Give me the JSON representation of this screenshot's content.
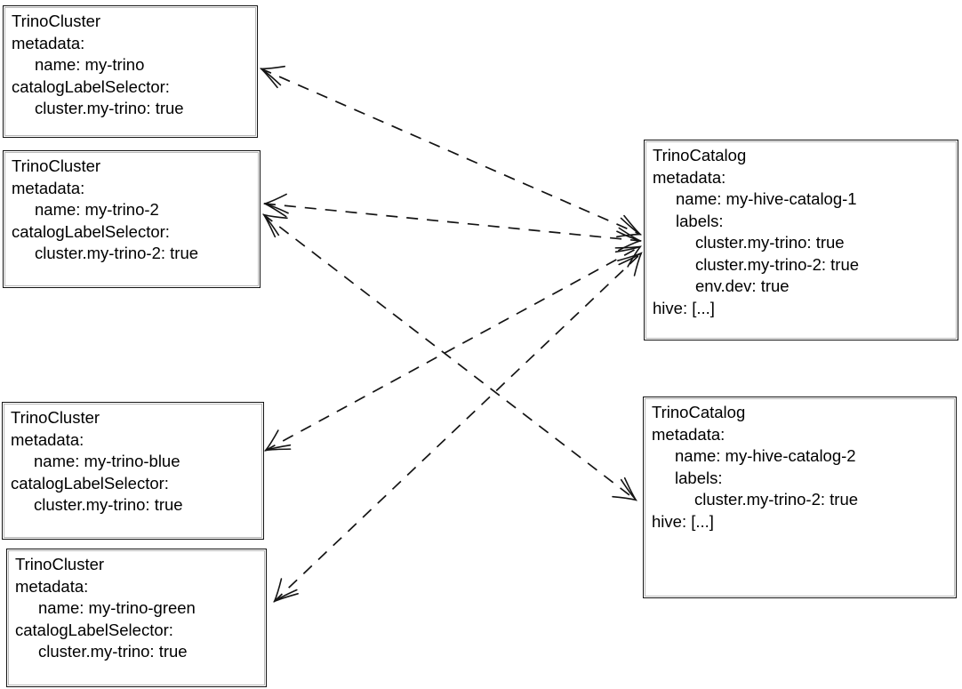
{
  "diagram": {
    "colors": {
      "background": "#ffffff",
      "stroke": "#141414",
      "text": "#000000"
    },
    "line_style": "dashed",
    "boxes": {
      "cluster1": {
        "kind": "TrinoCluster",
        "lines": [
          "TrinoCluster",
          "metadata:",
          "name: my-trino",
          "catalogLabelSelector:",
          "cluster.my-trino: true"
        ]
      },
      "cluster2": {
        "kind": "TrinoCluster",
        "lines": [
          "TrinoCluster",
          "metadata:",
          "name: my-trino-2",
          "catalogLabelSelector:",
          "cluster.my-trino-2: true"
        ]
      },
      "cluster_blue": {
        "kind": "TrinoCluster",
        "lines": [
          "TrinoCluster",
          "metadata:",
          "name: my-trino-blue",
          "catalogLabelSelector:",
          "cluster.my-trino: true"
        ]
      },
      "cluster_green": {
        "kind": "TrinoCluster",
        "lines": [
          "TrinoCluster",
          "metadata:",
          "name: my-trino-green",
          "catalogLabelSelector:",
          "cluster.my-trino: true"
        ]
      },
      "catalog1": {
        "kind": "TrinoCatalog",
        "lines": [
          "TrinoCatalog",
          "metadata:",
          "name: my-hive-catalog-1",
          "labels:",
          "cluster.my-trino: true",
          "cluster.my-trino-2: true",
          "env.dev: true",
          "hive: [...]"
        ]
      },
      "catalog2": {
        "kind": "TrinoCatalog",
        "lines": [
          "TrinoCatalog",
          "metadata:",
          "name: my-hive-catalog-2",
          "labels:",
          "cluster.my-trino-2: true",
          "hive: [...]"
        ]
      }
    },
    "connectors": [
      {
        "from": "cluster1",
        "to": "catalog1",
        "style": "dashed",
        "arrows": "both"
      },
      {
        "from": "cluster2",
        "to": "catalog1",
        "style": "dashed",
        "arrows": "both"
      },
      {
        "from": "cluster_blue",
        "to": "catalog1",
        "style": "dashed",
        "arrows": "both"
      },
      {
        "from": "cluster_green",
        "to": "catalog1",
        "style": "dashed",
        "arrows": "both"
      },
      {
        "from": "cluster2",
        "to": "catalog2",
        "style": "dashed",
        "arrows": "both"
      }
    ]
  }
}
